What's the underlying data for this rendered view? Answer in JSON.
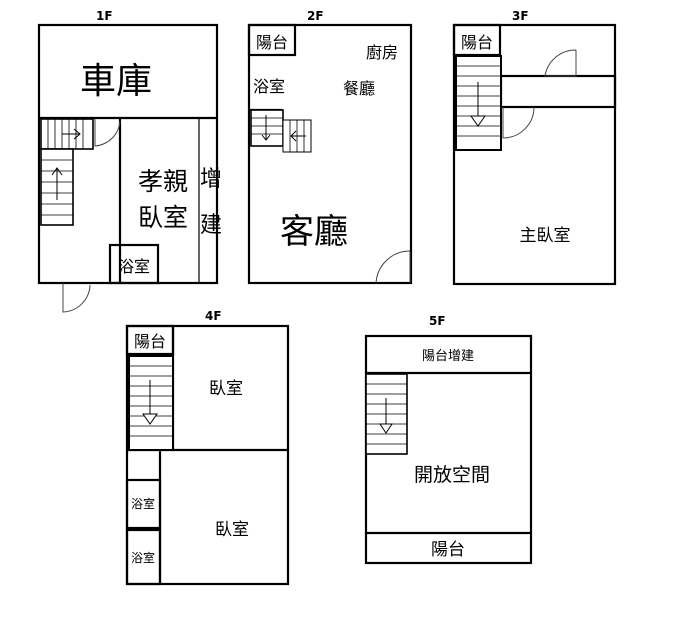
{
  "floors": {
    "f1": {
      "label": "1F",
      "garage": "車庫",
      "parents_room_1": "孝親",
      "parents_room_2": "臥室",
      "bath": "浴室",
      "addition_1": "增",
      "addition_2": "建"
    },
    "f2": {
      "label": "2F",
      "balcony": "陽台",
      "kitchen": "廚房",
      "dining": "餐廳",
      "bath": "浴室",
      "living": "客廳"
    },
    "f3": {
      "label": "3F",
      "balcony": "陽台",
      "master": "主臥室"
    },
    "f4": {
      "label": "4F",
      "balcony": "陽台",
      "bedroom_top": "臥室",
      "bath_1": "浴室",
      "bath_2": "浴室",
      "bedroom_bottom": "臥室"
    },
    "f5": {
      "label": "5F",
      "balcony_addition": "陽台增建",
      "open_space": "開放空間",
      "balcony": "陽台"
    }
  }
}
